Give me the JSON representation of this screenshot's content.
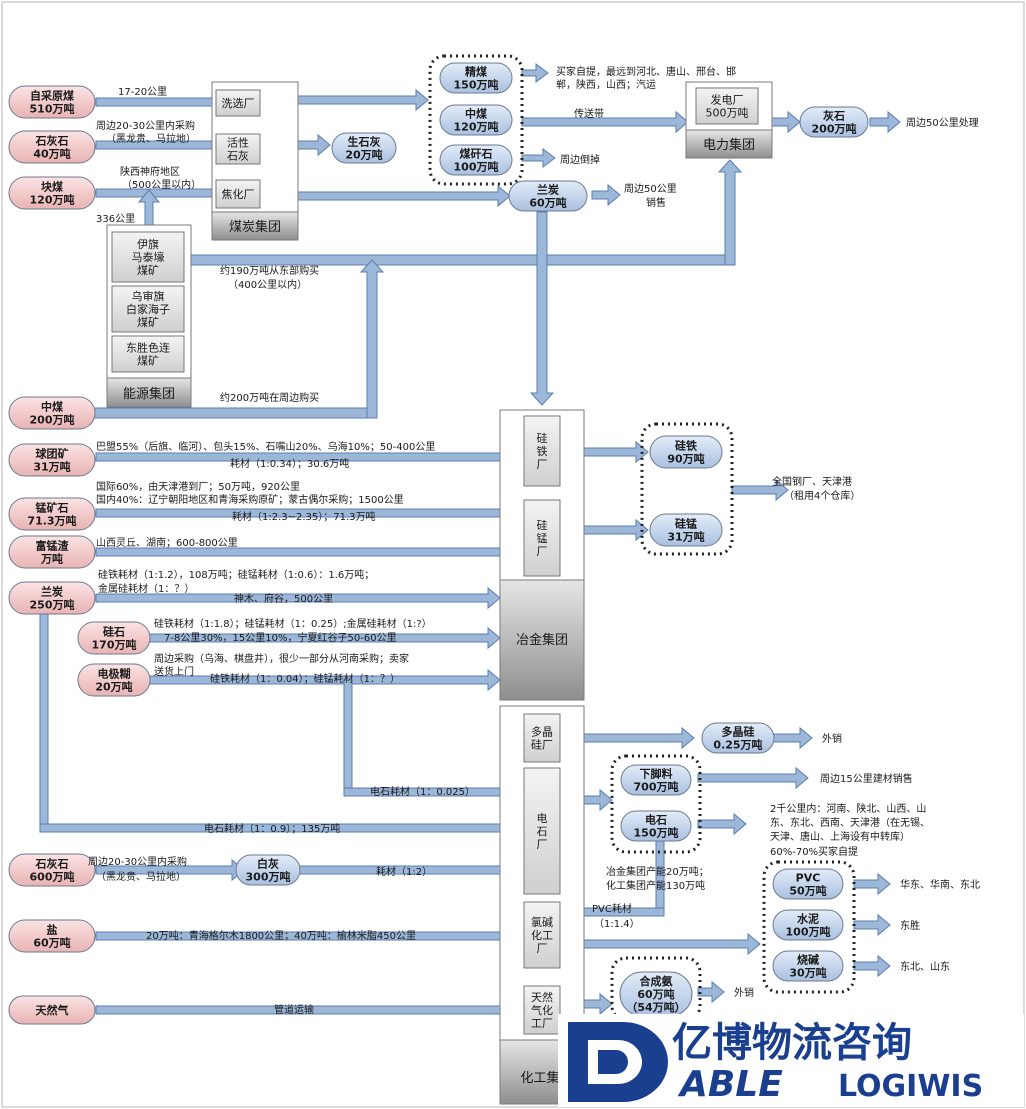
{
  "sources": {
    "raw_coal": [
      "自采原煤",
      "510万吨"
    ],
    "limestone1": [
      "石灰石",
      "40万吨"
    ],
    "lump_coal": [
      "块煤",
      "120万吨"
    ],
    "mid_coal": [
      "中煤",
      "200万吨"
    ],
    "pellet": [
      "球团矿",
      "31万吨"
    ],
    "mn_ore": [
      "锰矿石",
      "71.3万吨"
    ],
    "mn_slag": [
      "富锰渣",
      "万吨"
    ],
    "semi_coke": [
      "兰炭",
      "250万吨"
    ],
    "silica": [
      "硅石",
      "170万吨"
    ],
    "electrode": [
      "电极糊",
      "20万吨"
    ],
    "limestone2": [
      "石灰石",
      "600万吨"
    ],
    "salt": [
      "盐",
      "60万吨"
    ],
    "gas": [
      "天然气"
    ]
  },
  "plants": {
    "wash": "洗选厂",
    "lime_active": [
      "活性",
      "石灰"
    ],
    "coking": "焦化厂",
    "coal_group": "煤炭集团",
    "mine1": [
      "伊旗",
      "马泰壕",
      "煤矿"
    ],
    "mine2": [
      "乌审旗",
      "白家海子",
      "煤矿"
    ],
    "mine3": [
      "东胜色连",
      "煤矿"
    ],
    "energy_group": "能源集团",
    "power_plant": [
      "发电厂",
      "500万吨"
    ],
    "power_group": "电力集团",
    "sife_plant": [
      "硅",
      "铁",
      "厂"
    ],
    "simn_plant": [
      "硅",
      "锰",
      "厂"
    ],
    "metal_group": "冶金集团",
    "poly_plant": [
      "多晶",
      "硅厂"
    ],
    "carbide_plant": [
      "电",
      "石",
      "厂"
    ],
    "chlor_plant": [
      "氯碱",
      "化工",
      "厂"
    ],
    "gas_plant": [
      "天然",
      "气化",
      "工厂"
    ],
    "chem_group": "化工集"
  },
  "products": {
    "fine_coal": [
      "精煤",
      "150万吨"
    ],
    "mid_coal2": [
      "中煤",
      "120万吨"
    ],
    "gangue": [
      "煤矸石",
      "100万吨"
    ],
    "quicklime": [
      "生石灰",
      "20万吨"
    ],
    "semicoke2": [
      "兰炭",
      "60万吨"
    ],
    "ash": [
      "灰石",
      "200万吨"
    ],
    "sife": [
      "硅铁",
      "90万吨"
    ],
    "simn": [
      "硅锰",
      "31万吨"
    ],
    "polysi": [
      "多晶硅",
      "0.25万吨"
    ],
    "residue": [
      "下脚料",
      "700万吨"
    ],
    "carbide": [
      "电石",
      "150万吨"
    ],
    "white_lime": [
      "白灰",
      "300万吨"
    ],
    "pvc": [
      "PVC",
      "50万吨"
    ],
    "cement": [
      "水泥",
      "100万吨"
    ],
    "caustic": [
      "烧碱",
      "30万吨"
    ],
    "ammonia": [
      "合成氨",
      "60万吨",
      "（54万吨）"
    ]
  },
  "labels": {
    "l1": "17-20公里",
    "l2a": "周边20-30公里内采购",
    "l2b": "（黑龙贵、马拉地）",
    "l3a": "陕西神府地区",
    "l3b": "（500公里以内）",
    "l4": "336公里",
    "l5a": "约190万吨从东部购买",
    "l5b": "（400公里以内）",
    "l6": "约200万吨在周边购买",
    "l7a": "买家自提，最远到河北、唐山、邢台、邯",
    "l7b": "郸，陕西，山西；汽运",
    "l8": "传送带",
    "l9": "周边倒掉",
    "l10a": "周边50公里",
    "l10b": "销售",
    "l11": "周边50公里处理",
    "l12": "巴盟55%（后旗、临河）、包头15%、石嘴山20%、乌海10%；50-400公里",
    "l13": "耗材（1:0.34）；30.6万吨",
    "l14": "国际60%，由天津港到厂；50万吨，920公里",
    "l15": "国内40%：辽宁朝阳地区和青海采购原矿；蒙古偶尔采购；1500公里",
    "l16": "耗材（1:2.3~2.35）；71.3万吨",
    "l17": "山西灵丘、湖南；600-800公里",
    "l18a": "硅铁耗材（1:1.2），108万吨；硅锰耗材（1:0.6）：1.6万吨；",
    "l18b": "金属硅耗材（1：？）",
    "l18c": "神木、府谷，500公里",
    "l19a": "硅铁耗材（1:1.8）；硅锰耗材（1：0.25）;金属硅耗材（1:?）",
    "l19b": "7-8公里30%，15公里10%，宁夏红谷子50-60公里",
    "l20a": "周边采购（乌海、棋盘井），很少一部分从河南采购；卖家",
    "l20b": "送货上门",
    "l21": "硅铁耗材（1：0.04）；硅锰耗材（1：？）",
    "l22a": "全国钢厂、天津港",
    "l22b": "（租用4个仓库）",
    "l23": "外销",
    "l24": "电石耗材（1：0.025）",
    "l25": "周边15公里建材销售",
    "l26a": "2千公里内：河南、陕北、山西、山",
    "l26b": "东、东北、西南、天津港（在无锡、",
    "l26c": "天津、唐山、上海设有中转库）",
    "l26d": "60%-70%买家自提",
    "l27": "电石耗材（1：0.9）；135万吨",
    "l28a": "周边20-30公里内采购",
    "l28b": "（黑龙贵、马拉地）",
    "l29": "耗材（1:2）",
    "l30a": "冶金集团产能20万吨；",
    "l30b": "化工集团产能130万吨",
    "l31a": "PVC耗材",
    "l31b": "（1:1.4）",
    "l32": "20万吨：青海格尔木1800公里；40万吨：榆林米脂450公里",
    "l33": "华东、华南、东北",
    "l34": "东胜",
    "l35": "东北、山东",
    "l36": "管道运输",
    "l37": "外销"
  },
  "logo": {
    "cn": "亿博物流咨询",
    "en1": "ABLE",
    "en2": "LOGIWIS"
  },
  "colors": {
    "source_fill": "#f2c9c9",
    "node_fill": "#c7d6ec",
    "plant_fill": "#e4e4e4",
    "arrow_fill": "#9db7d8",
    "logo_blue": "#1a3f8f"
  }
}
